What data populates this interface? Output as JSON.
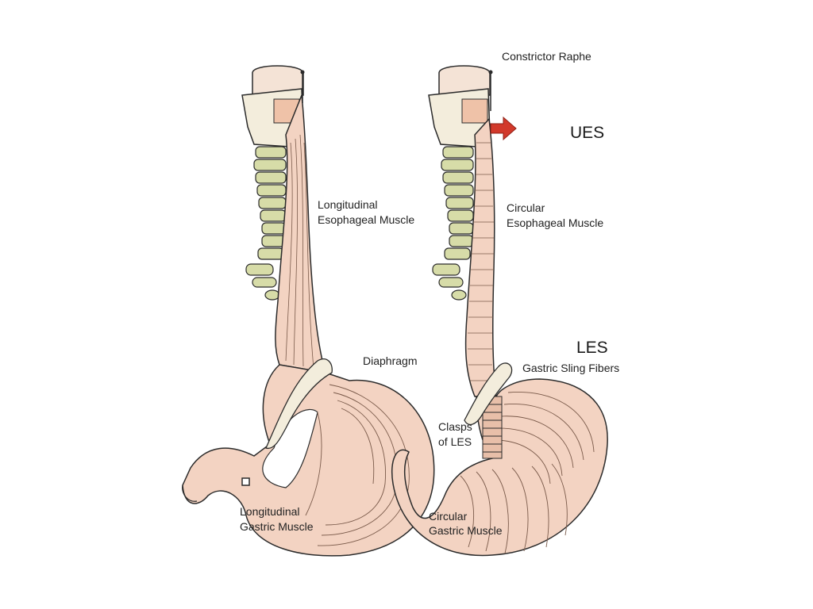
{
  "colors": {
    "tissue": "#f3d3c2",
    "tissue_dark": "#e8bfa9",
    "vertebra": "#d7dca8",
    "vertebra_dark": "#b9c07e",
    "cartilage": "#f3eddc",
    "outline": "#2b2b2b",
    "arrow": "#d2392b",
    "text": "#222222"
  },
  "labels": {
    "constrictor_raphe": "Constrictor Raphe",
    "ues": "UES",
    "longitudinal_esophageal_1": "Longitudinal",
    "longitudinal_esophageal_2": "Esophageal Muscle",
    "circular_esophageal_1": "Circular",
    "circular_esophageal_2": "Esophageal Muscle",
    "diaphragm": "Diaphragm",
    "les": "LES",
    "gastric_sling": "Gastric Sling Fibers",
    "clasps_1": "Clasps",
    "clasps_2": "of LES",
    "longitudinal_gastric_1": "Longitudinal",
    "longitudinal_gastric_2": "Gastric Muscle",
    "circular_gastric_1": "Circular",
    "circular_gastric_2": "Gastric Muscle"
  }
}
